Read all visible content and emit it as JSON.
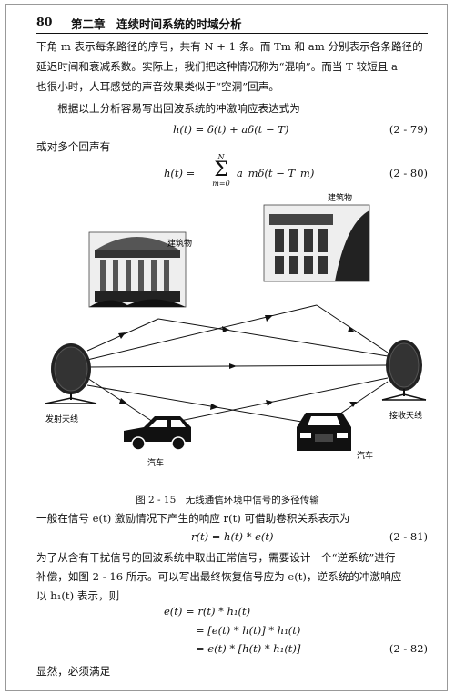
{
  "header": {
    "page_number": "80",
    "chapter_title": "第二章　连续时间系统的时域分析"
  },
  "paragraphs": {
    "p1_l1": "下角 m 表示每条路径的序号，共有 N + 1 条。而 Tm 和 am 分别表示各条路径的",
    "p1_l2": "延迟时间和衰减系数。实际上，我们把这种情况称为“混响”。而当 T 较短且 a",
    "p1_l3": "也很小时，人耳感觉的声音效果类似于“空洞”回声。",
    "p2": "　　根据以上分析容易写出回波系统的冲激响应表达式为",
    "p3": "或对多个回声有",
    "p4": "一般在信号 e(t) 激励情况下产生的响应 r(t) 可借助卷积关系表示为",
    "p5_l1": "为了从含有干扰信号的回波系统中取出正常信号，需要设计一个“逆系统”进行",
    "p5_l2": "补偿，如图 2 - 16 所示。可以写出最终恢复信号应为 e(t)，逆系统的冲激响应",
    "p5_l3": "以 h₁(t) 表示，则",
    "p6": "显然，必须满足"
  },
  "equations": {
    "eq79": "h(t) = δ(t) + aδ(t − T)",
    "eq79_no": "(2 - 79)",
    "eq80_lhs": "h(t) =",
    "eq80_rhs": "a_mδ(t − T_m)",
    "eq80_sum": "Σ",
    "eq80_upper": "N",
    "eq80_lower": "m=0",
    "eq80_no": "(2 - 80)",
    "eq81": "r(t) = h(t) * e(t)",
    "eq81_no": "(2 - 81)",
    "eq82_l1": "e(t) = r(t) * h₁(t)",
    "eq82_l2": "= [e(t) * h(t)] * h₁(t)",
    "eq82_l3": "= e(t) * [h(t) * h₁(t)]",
    "eq82_no": "(2 - 82)"
  },
  "figure": {
    "label_building_left": "建筑物",
    "label_building_right": "建筑物",
    "label_tx": "发射天线",
    "label_rx": "接收天线",
    "label_car_left": "汽车",
    "label_car_right": "汽车",
    "caption": "图 2 - 15　无线通信环境中信号的多径传输"
  }
}
